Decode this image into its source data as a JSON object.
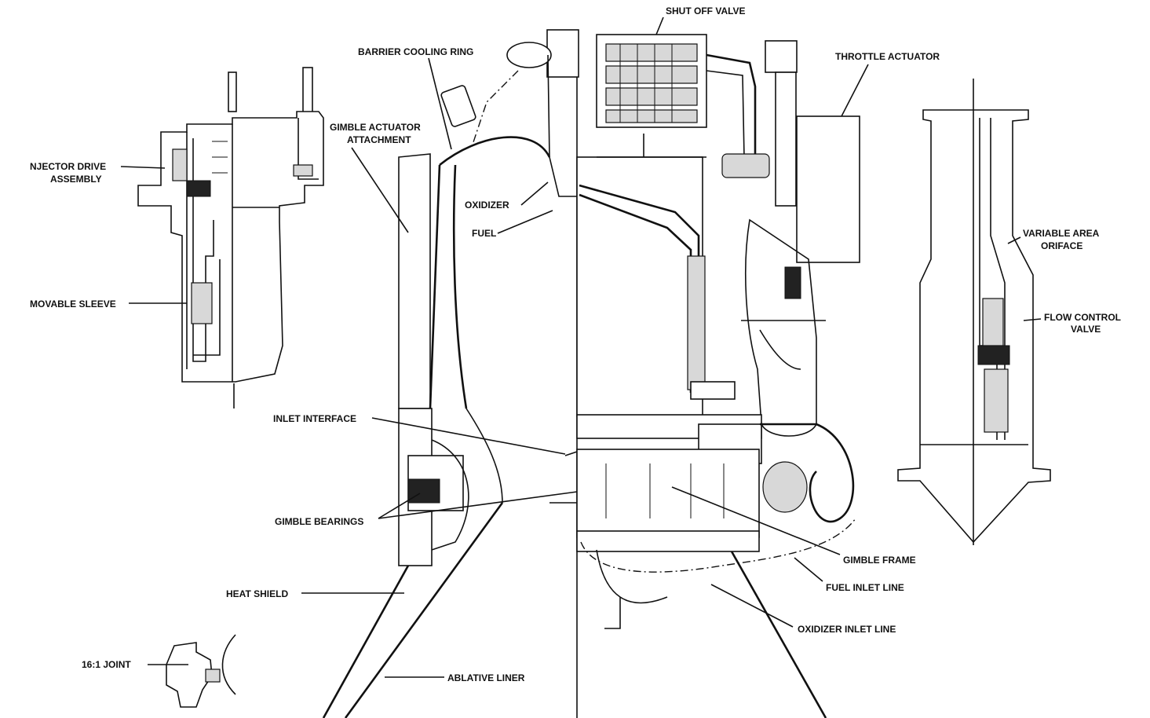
{
  "labels": {
    "shut_off_valve": "SHUT OFF VALVE",
    "barrier_cooling_ring": "BARRIER COOLING RING",
    "throttle_actuator": "THROTTLE ACTUATOR",
    "gimble_actuator_attachment_1": "GIMBLE ACTUATOR",
    "gimble_actuator_attachment_2": "ATTACHMENT",
    "injector_drive_assembly_1": "NJECTOR DRIVE",
    "injector_drive_assembly_2": "ASSEMBLY",
    "oxidizer": "OXIDIZER",
    "fuel": "FUEL",
    "variable_area_orifice_1": "VARIABLE AREA",
    "variable_area_orifice_2": "ORIFACE",
    "movable_sleeve": "MOVABLE SLEEVE",
    "flow_control_valve_1": "FLOW CONTROL",
    "flow_control_valve_2": "VALVE",
    "inlet_interface": "INLET INTERFACE",
    "gimble_bearings": "GIMBLE BEARINGS",
    "gimble_frame": "GIMBLE FRAME",
    "fuel_inlet_line": "FUEL INLET LINE",
    "heat_shield": "HEAT SHIELD",
    "oxidizer_inlet_line": "OXIDIZER INLET LINE",
    "joint_16_1": "16:1 JOINT",
    "ablative_liner": "ABLATIVE LINER"
  }
}
